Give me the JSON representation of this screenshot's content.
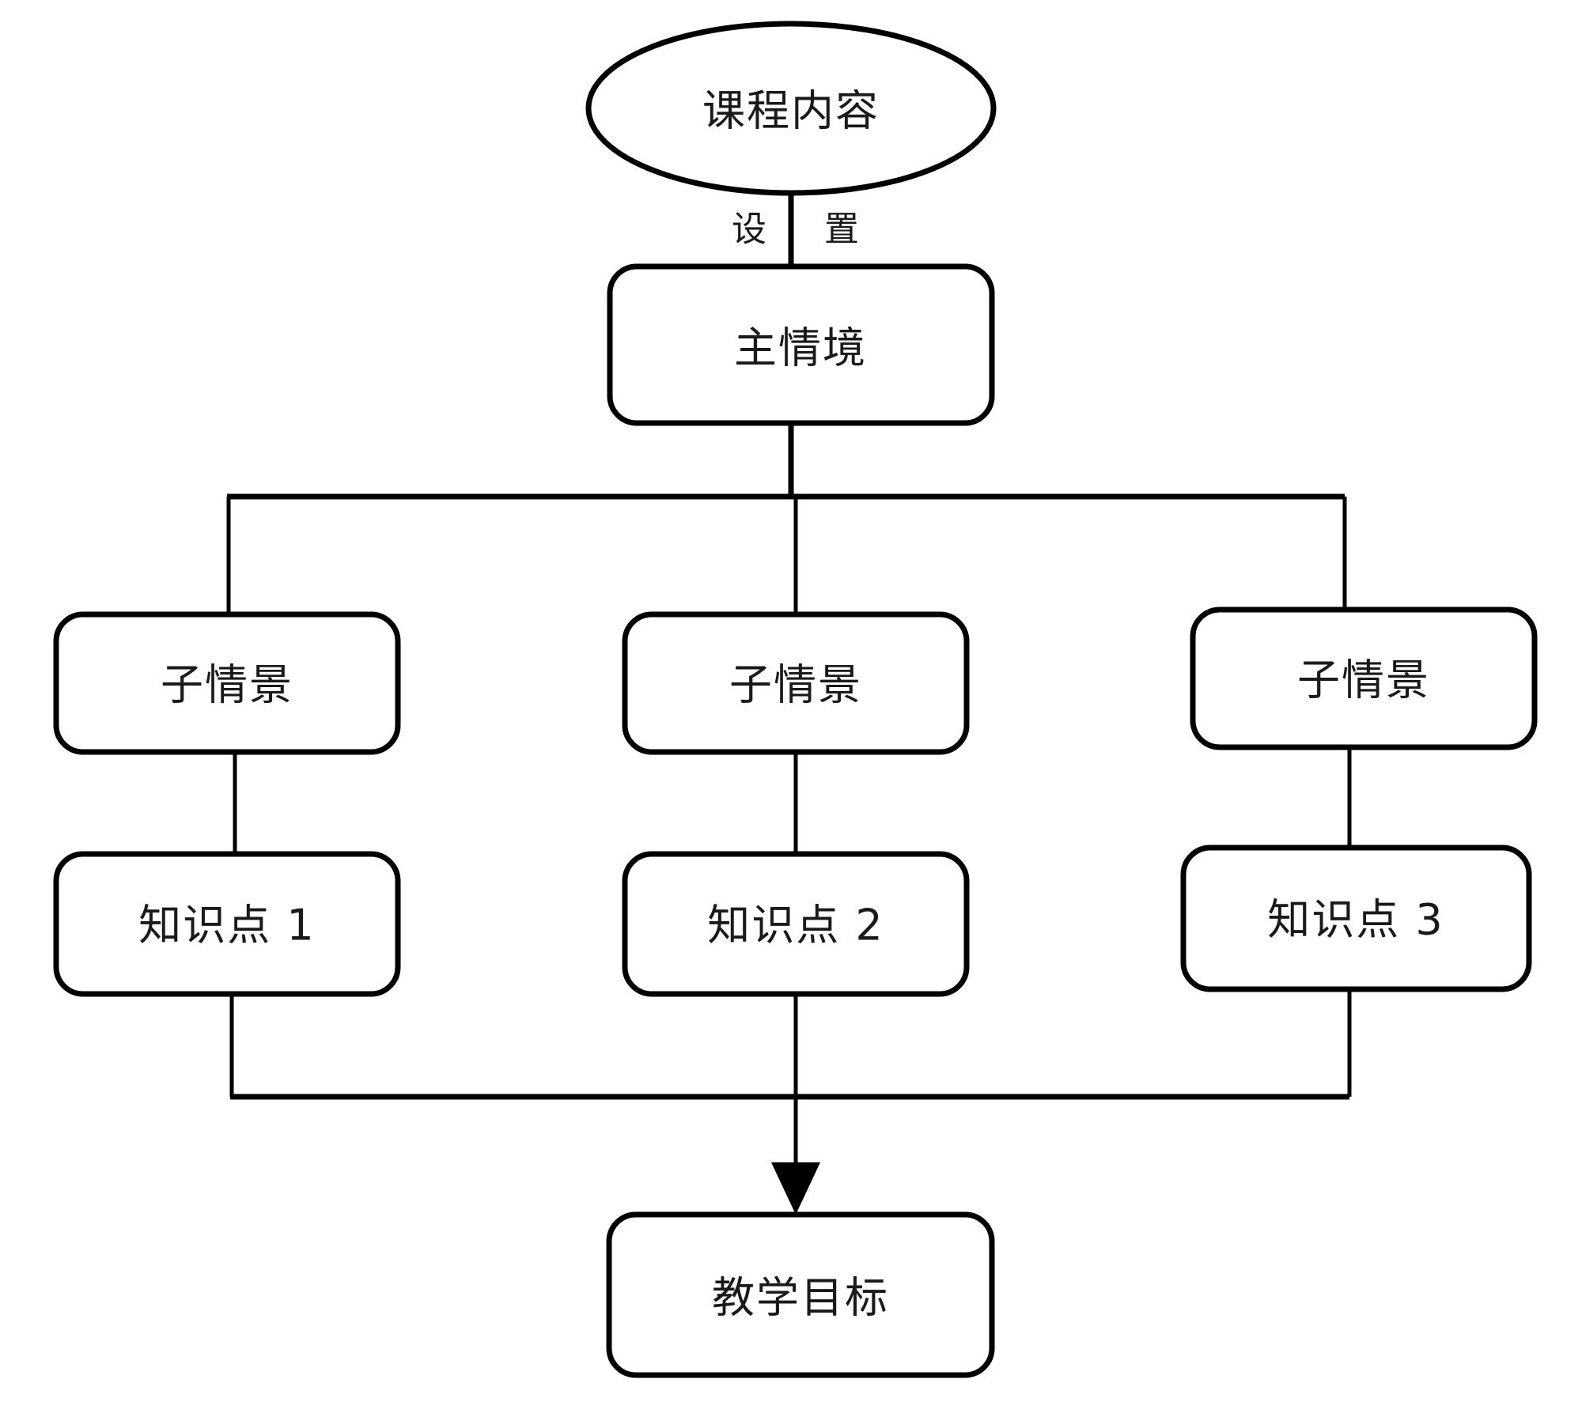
{
  "diagram": {
    "title_node": {
      "id": "course-content",
      "label": "课程内容",
      "shape": "ellipse"
    },
    "edge_labels": {
      "setup_left": "设",
      "setup_right": "置"
    },
    "main_context": {
      "id": "main-context",
      "label": "主情境",
      "shape": "rounded-rect"
    },
    "sub_contexts": [
      {
        "id": "sub-context-1",
        "label": "子情景",
        "shape": "rounded-rect"
      },
      {
        "id": "sub-context-2",
        "label": "子情景",
        "shape": "rounded-rect"
      },
      {
        "id": "sub-context-3",
        "label": "子情景",
        "shape": "rounded-rect"
      }
    ],
    "knowledge_points": [
      {
        "id": "knowledge-point-1",
        "label": "知识点 1",
        "shape": "rounded-rect"
      },
      {
        "id": "knowledge-point-2",
        "label": "知识点 2",
        "shape": "rounded-rect"
      },
      {
        "id": "knowledge-point-3",
        "label": "知识点 3",
        "shape": "rounded-rect"
      }
    ],
    "goal_node": {
      "id": "teaching-goal",
      "label": "教学目标",
      "shape": "rounded-rect"
    },
    "colors": {
      "stroke": "#000000",
      "fill": "#ffffff",
      "text": "#1a1a1a",
      "background": "#ffffff"
    }
  }
}
